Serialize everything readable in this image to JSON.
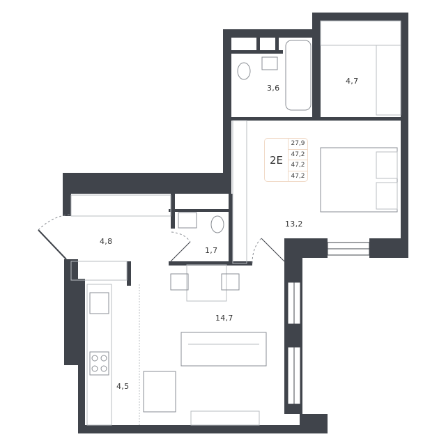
{
  "apartment": {
    "code": "2E",
    "areas": [
      "27,9",
      "47,2",
      "47,2",
      "47,2"
    ],
    "accent_color": "#f0d9c6",
    "wall_color": "#40444b"
  },
  "rooms": {
    "bathroom": "3,6",
    "wardrobe": "4,7",
    "bedroom": "13,2",
    "hallway": "4,8",
    "wc": "1,7",
    "living": "14,7",
    "kitchen": "4,5"
  }
}
